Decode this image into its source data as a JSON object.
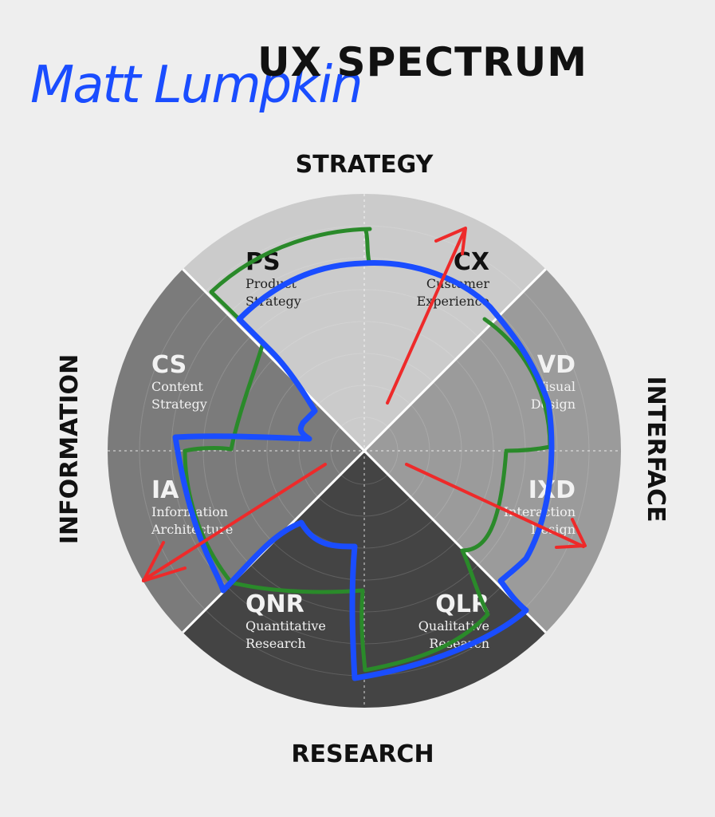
{
  "signature": "Matt Lumpkin",
  "title": "UX SPECTRUM",
  "axes": {
    "top": "STRATEGY",
    "right": "INTERFACE",
    "bottom": "RESEARCH",
    "left": "INFORMATION"
  },
  "segments": [
    {
      "abbr": "PS",
      "line1": "Product",
      "line2": "Strategy"
    },
    {
      "abbr": "CX",
      "line1": "Customer",
      "line2": "Experience"
    },
    {
      "abbr": "VD",
      "line1": "Visual",
      "line2": "Design"
    },
    {
      "abbr": "IXD",
      "line1": "Interaction",
      "line2": "Design"
    },
    {
      "abbr": "QLR",
      "line1": "Qualitative",
      "line2": "Research"
    },
    {
      "abbr": "QNR",
      "line1": "Quantitative",
      "line2": "Research"
    },
    {
      "abbr": "IA",
      "line1": "Information",
      "line2": "Architecture"
    },
    {
      "abbr": "CS",
      "line1": "Content",
      "line2": "Strategy"
    }
  ],
  "colors": {
    "strategy_quadrant": "#cbcbcb",
    "interface_quadrant": "#9b9b9b",
    "research_quadrant": "#444444",
    "information_quadrant": "#7b7b7b",
    "overlay_blue": "#1a4dff",
    "overlay_green": "#2a8a2a",
    "overlay_red": "#ee2a2a"
  }
}
